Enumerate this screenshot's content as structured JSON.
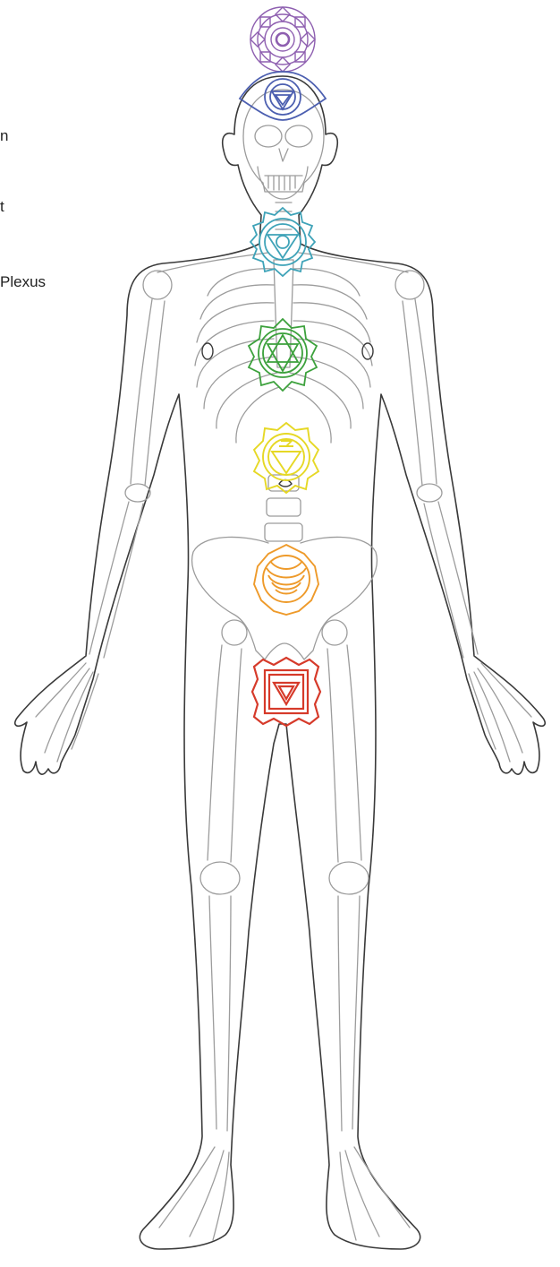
{
  "labels": {
    "fragment_1": "n",
    "fragment_2": "t",
    "fragment_3": "Plexus"
  },
  "colors": {
    "outline": "#3a3a3a",
    "bone": "#9c9c9c",
    "crown": "#8e5fb0",
    "third_eye": "#4c5fb0",
    "throat": "#3fa3b8",
    "heart": "#3ca13c",
    "solar_plexus": "#e6d825",
    "sacral": "#ee9a2a",
    "root": "#d63a2a"
  },
  "chakras": [
    {
      "id": "crown",
      "icon": "lotus-crown-icon"
    },
    {
      "id": "third_eye",
      "icon": "third-eye-icon"
    },
    {
      "id": "throat",
      "icon": "throat-lotus-icon"
    },
    {
      "id": "heart",
      "icon": "hexagram-lotus-icon"
    },
    {
      "id": "solar_plexus",
      "icon": "triangle-lotus-icon"
    },
    {
      "id": "sacral",
      "icon": "crescent-lotus-icon"
    },
    {
      "id": "root",
      "icon": "square-triangle-icon"
    }
  ]
}
